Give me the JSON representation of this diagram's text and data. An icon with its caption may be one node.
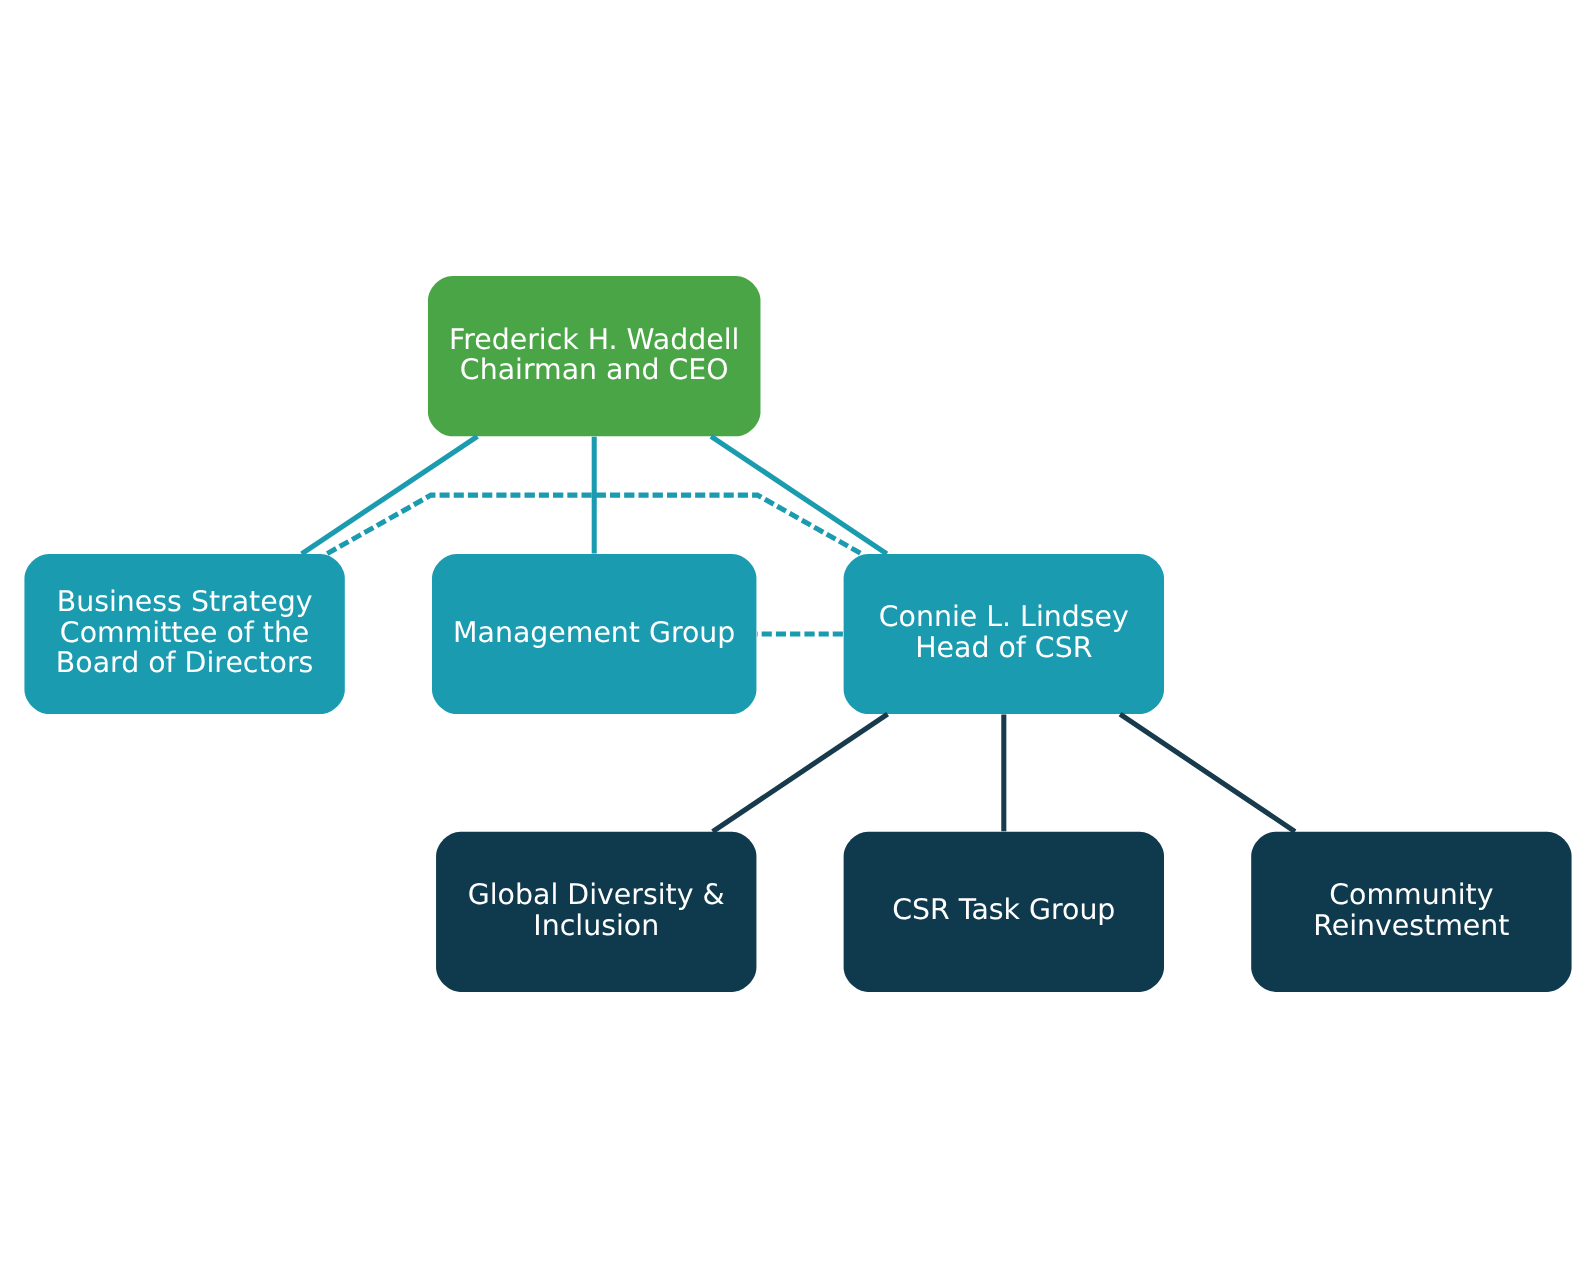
{
  "diagram": {
    "nodes": [
      {
        "text": [
          "Frederick H. Waddell",
          "Chairman and CEO"
        ]
      },
      {
        "text": [
          "Business Strategy Committee of the Board of Directors"
        ]
      },
      {
        "text": [
          "Management Group"
        ]
      },
      {
        "text": [
          "Connie L. Lindsey",
          "Head of CSR"
        ]
      },
      {
        "text": [
          "Global Diversity & Inclusion"
        ]
      },
      {
        "text": [
          "CSR Task Group"
        ]
      },
      {
        "text": [
          "Community Reinvestment"
        ]
      }
    ],
    "edges": [
      {
        "from": 0,
        "to": 1,
        "arrow": "none"
      },
      {
        "from": 0,
        "to": 3,
        "arrow": "none"
      },
      {
        "from": 0,
        "to": 2,
        "arrow": "none"
      },
      {
        "from": 1,
        "to": 3,
        "arrow": "none",
        "style": "dashed"
      },
      {
        "from": 3,
        "to": 2,
        "arrow": "none",
        "style": "dashed"
      },
      {
        "from": 3,
        "to": 4,
        "arrow": "none",
        "color": "#173a4c"
      },
      {
        "from": 3,
        "to": 5,
        "arrow": "none",
        "color": "#173a4c"
      },
      {
        "from": 3,
        "to": 6,
        "arrow": "none",
        "color": "#173a4c"
      }
    ]
  }
}
